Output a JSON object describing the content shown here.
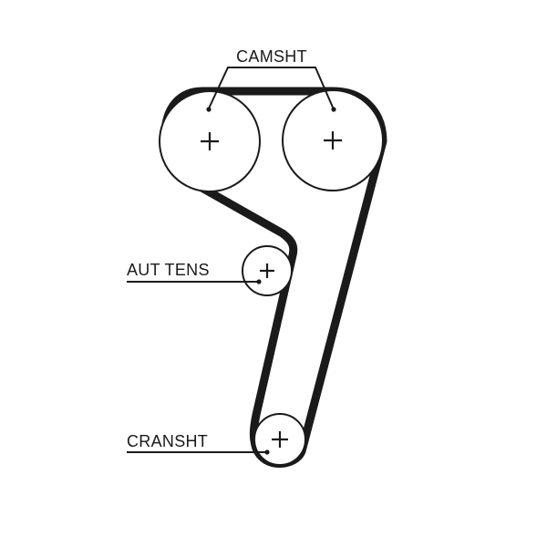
{
  "labels": {
    "camshaft": "CAMSHT",
    "tensioner": "AUT TENS",
    "crankshaft": "CRANSHT"
  }
}
